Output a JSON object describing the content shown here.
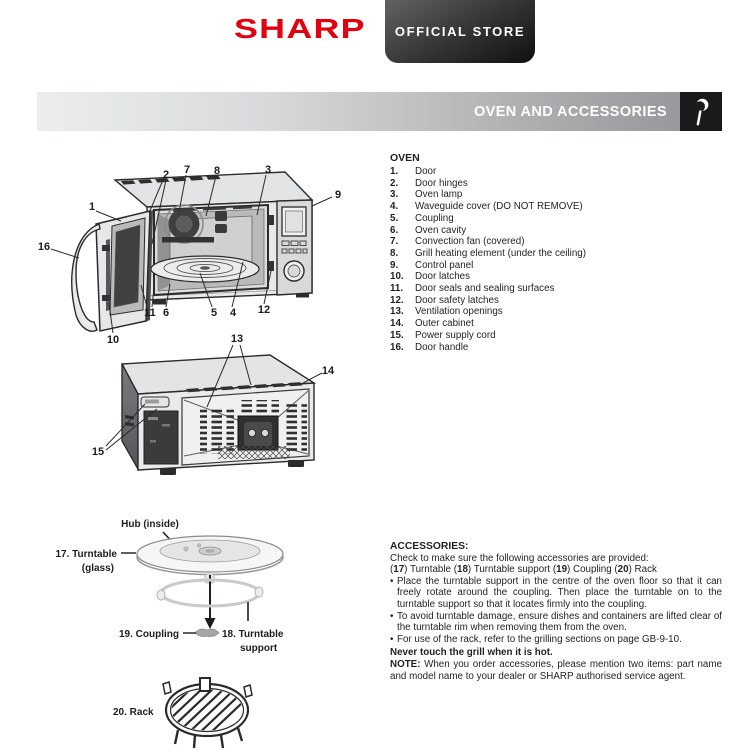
{
  "store_header": {
    "brand": "SHARP",
    "store_label": "OFFICIAL STORE",
    "brand_color": "#e3000f",
    "box_color": "#1a1a1a"
  },
  "section_bar": {
    "title": "OVEN AND ACCESSORIES",
    "icon": "ladle-icon",
    "bar_gradient_from": "#eceded",
    "bar_gradient_to": "#97999c"
  },
  "oven": {
    "heading": "OVEN",
    "items": [
      {
        "num": "1.",
        "label": "Door"
      },
      {
        "num": "2.",
        "label": "Door hinges"
      },
      {
        "num": "3.",
        "label": "Oven lamp"
      },
      {
        "num": "4.",
        "label": "Waveguide cover (DO NOT REMOVE)"
      },
      {
        "num": "5.",
        "label": "Coupling"
      },
      {
        "num": "6.",
        "label": "Oven cavity"
      },
      {
        "num": "7.",
        "label": "Convection fan (covered)"
      },
      {
        "num": "8.",
        "label": "Grill heating element (under the ceiling)"
      },
      {
        "num": "9.",
        "label": "Control panel"
      },
      {
        "num": "10.",
        "label": "Door latches"
      },
      {
        "num": "11.",
        "label": "Door seals and sealing surfaces"
      },
      {
        "num": "12.",
        "label": "Door safety latches"
      },
      {
        "num": "13.",
        "label": "Ventilation openings"
      },
      {
        "num": "14.",
        "label": "Outer cabinet"
      },
      {
        "num": "15.",
        "label": "Power supply cord"
      },
      {
        "num": "16.",
        "label": "Door handle"
      }
    ]
  },
  "accessories": {
    "heading": "ACCESSORIES:",
    "intro": "Check to make sure the following accessories are provided:",
    "provided_segments": [
      {
        "t": "(",
        "b": false
      },
      {
        "t": "17",
        "b": true
      },
      {
        "t": ") Turntable (",
        "b": false
      },
      {
        "t": "18",
        "b": true
      },
      {
        "t": ") Turntable support (",
        "b": false
      },
      {
        "t": "19",
        "b": true
      },
      {
        "t": ") Coupling (",
        "b": false
      },
      {
        "t": "20",
        "b": true
      },
      {
        "t": ") Rack",
        "b": false
      }
    ],
    "bullets": [
      {
        "bullet": "•",
        "text": "Place the turntable support in the centre of the oven floor so that it can freely rotate around the coupling. Then place the turntable on to the turntable support so that it locates firmly into the coupling."
      },
      {
        "bullet": "•",
        "text": "To avoid turntable damage, ensure dishes and containers are lifted clear of the turntable rim when removing them from the oven."
      },
      {
        "bullet": "•",
        "text": "For use of the rack, refer to the grilling sections on page GB-9-10."
      }
    ],
    "warning": "Never touch the grill when it is hot.",
    "note_segments": [
      {
        "t": "NOTE:",
        "b": true
      },
      {
        "t": " When you order accessories, please mention two items: part name and model name to your dealer or SHARP authorised service agent.",
        "b": false
      }
    ]
  },
  "diagrams": {
    "front_callouts": {
      "n1": "1",
      "n2": "2",
      "n3": "3",
      "n4": "4",
      "n5": "5",
      "n6": "6",
      "n7": "7",
      "n8": "8",
      "n9": "9",
      "n10": "10",
      "n11": "11",
      "n12": "12",
      "n16": "16"
    },
    "rear_callouts": {
      "n13": "13",
      "n14": "14",
      "n15": "15"
    },
    "turntable": {
      "hub_label": "Hub (inside)",
      "glass_label_1": "17. Turntable",
      "glass_label_2": "(glass)",
      "coupling_label": "19. Coupling",
      "support_label_1": "18. Turntable",
      "support_label_2": "support"
    },
    "rack_label": "20. Rack"
  }
}
